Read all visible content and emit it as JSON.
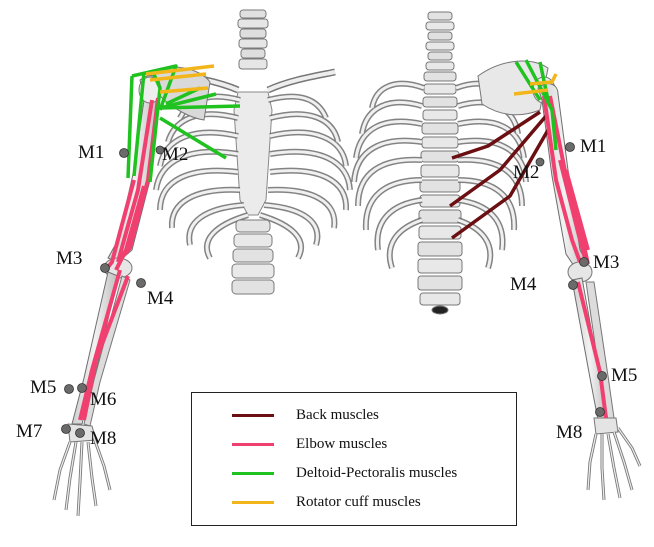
{
  "markers": [
    "M1",
    "M2",
    "M3",
    "M4",
    "M5",
    "M6",
    "M7",
    "M8"
  ],
  "legend": [
    {
      "label": "Back muscles",
      "color": "#6b0f12"
    },
    {
      "label": "Elbow muscles",
      "color": "#f0406f"
    },
    {
      "label": "Deltoid-Pectoralis muscles",
      "color": "#1fc21f"
    },
    {
      "label": "Rotator cuff muscles",
      "color": "#f2b61a"
    }
  ],
  "colors": {
    "bone_fill": "#e6e6e6",
    "bone_stroke": "#6e6e6e",
    "marker": "#6a6a6a"
  }
}
